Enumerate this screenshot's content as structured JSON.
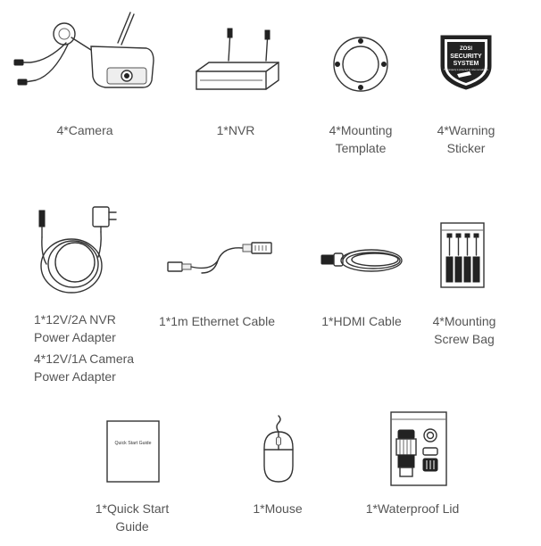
{
  "items": [
    {
      "id": "camera",
      "icon": "security-camera-icon",
      "lines": [
        "4*Camera"
      ]
    },
    {
      "id": "nvr",
      "icon": "nvr-recorder-icon",
      "lines": [
        "1*NVR"
      ]
    },
    {
      "id": "template",
      "icon": "mounting-template-icon",
      "lines": [
        "4*Mounting",
        "Template"
      ]
    },
    {
      "id": "sticker",
      "icon": "warning-sticker-icon",
      "lines": [
        "4*Warning",
        "Sticker"
      ]
    },
    {
      "id": "power",
      "icon": "power-adapter-icon",
      "lines": [
        "1*12V/2A NVR",
        "Power Adapter",
        "4*12V/1A Camera",
        "Power Adapter"
      ]
    },
    {
      "id": "ethernet",
      "icon": "ethernet-cable-icon",
      "lines": [
        "1*1m Ethernet Cable"
      ]
    },
    {
      "id": "hdmi",
      "icon": "hdmi-cable-icon",
      "lines": [
        "1*HDMI Cable"
      ]
    },
    {
      "id": "screws",
      "icon": "screw-bag-icon",
      "lines": [
        "4*Mounting",
        "Screw Bag"
      ]
    },
    {
      "id": "guide",
      "icon": "quick-start-guide-icon",
      "lines": [
        "1*Quick Start",
        "Guide"
      ]
    },
    {
      "id": "mouse",
      "icon": "mouse-icon",
      "lines": [
        "1*Mouse"
      ]
    },
    {
      "id": "lid",
      "icon": "waterproof-lid-icon",
      "lines": [
        "1*Waterproof Lid"
      ]
    }
  ],
  "sticker_text": {
    "brand": "ZOSI",
    "line1": "SECURITY",
    "line2": "SYSTEM",
    "small": "This property is protected by video surveillance"
  },
  "guide_cover_text": "Quick Start Guide"
}
